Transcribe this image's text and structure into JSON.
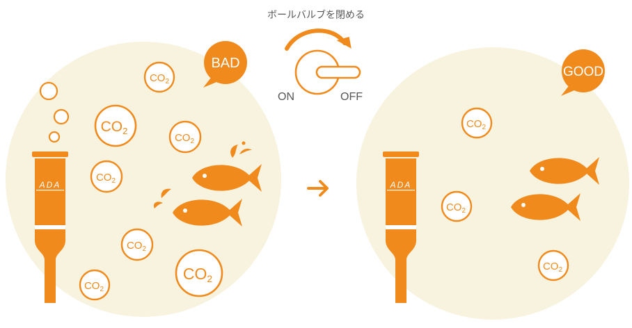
{
  "instruction": "ボールバルブを閉める",
  "valve": {
    "on_label": "ON",
    "off_label": "OFF"
  },
  "left_panel": {
    "badge": "BAD"
  },
  "right_panel": {
    "badge": "GOOD"
  },
  "co2": {
    "base": "CO",
    "sub": "2"
  },
  "logo": {
    "text": "ADA"
  },
  "colors": {
    "orange": "#f08a1c",
    "circle_bg": "#f8f3df",
    "text_gray": "#555555"
  }
}
